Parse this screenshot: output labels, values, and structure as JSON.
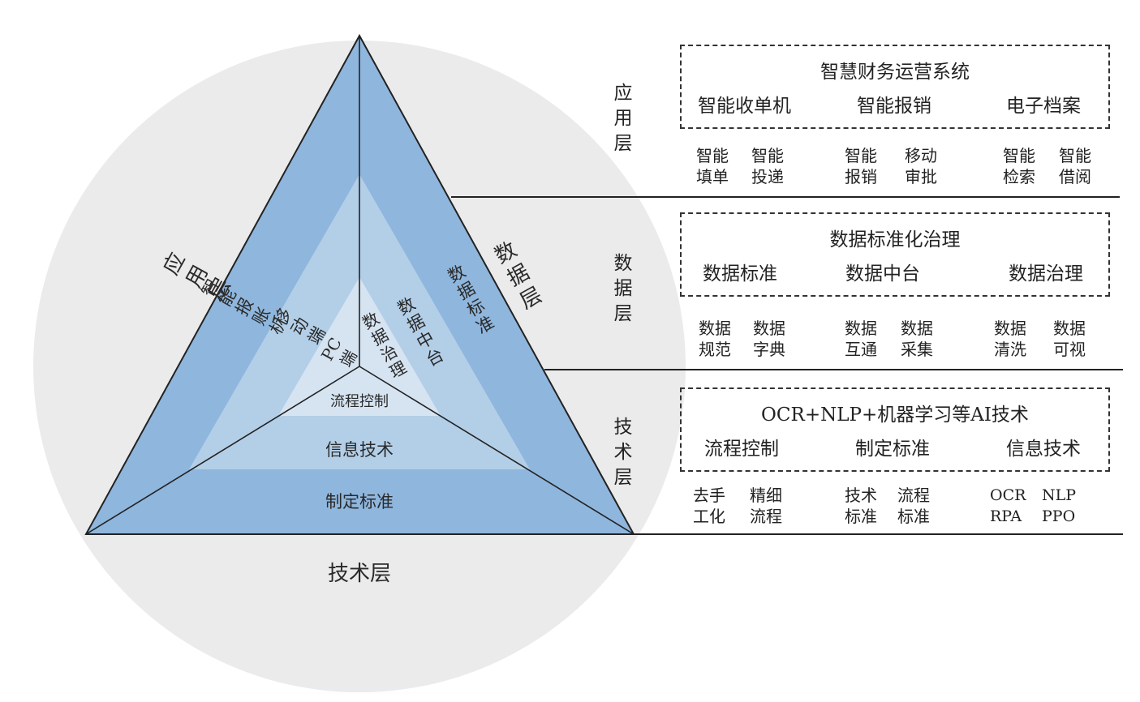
{
  "triangle": {
    "left_label": [
      "应",
      "用",
      "层"
    ],
    "right_label": [
      "数",
      "据",
      "层"
    ],
    "bottom_label": "技术层",
    "application_items": {
      "outer": [
        "智",
        "能",
        "报",
        "账",
        "机"
      ],
      "middle": [
        "移",
        "动",
        "端"
      ],
      "inner": [
        "PC",
        "端"
      ]
    },
    "data_items": {
      "outer": [
        "数",
        "据",
        "标",
        "准"
      ],
      "middle": [
        "数",
        "据",
        "中",
        "台"
      ],
      "inner": [
        "数",
        "据",
        "治",
        "理"
      ]
    },
    "tech_items": {
      "outer": "制定标准",
      "middle": "信息技术",
      "inner": "流程控制"
    }
  },
  "layers": [
    {
      "label": [
        "应",
        "用",
        "层"
      ],
      "box_title": "智慧财务运营系统",
      "box_items": [
        "智能收单机",
        "智能报销",
        "电子档案"
      ],
      "details": [
        [
          "智能",
          "填单"
        ],
        [
          "智能",
          "投递"
        ],
        [
          "智能",
          "报销"
        ],
        [
          "移动",
          "审批"
        ],
        [
          "智能",
          "检索"
        ],
        [
          "智能",
          "借阅"
        ]
      ]
    },
    {
      "label": [
        "数",
        "据",
        "层"
      ],
      "box_title": "数据标准化治理",
      "box_items": [
        "数据标准",
        "数据中台",
        "数据治理"
      ],
      "details": [
        [
          "数据",
          "规范"
        ],
        [
          "数据",
          "字典"
        ],
        [
          "数据",
          "互通"
        ],
        [
          "数据",
          "采集"
        ],
        [
          "数据",
          "清洗"
        ],
        [
          "数据",
          "可视"
        ]
      ]
    },
    {
      "label": [
        "技",
        "术",
        "层"
      ],
      "box_title": "OCR+NLP+机器学习等AI技术",
      "box_items": [
        "流程控制",
        "制定标准",
        "信息技术"
      ],
      "details": [
        [
          "去手",
          "工化"
        ],
        [
          "精细",
          "流程"
        ],
        [
          "技术",
          "标准"
        ],
        [
          "流程",
          "标准"
        ],
        [
          "OCR",
          "RPA"
        ],
        [
          "NLP",
          "PPO"
        ]
      ]
    }
  ],
  "colors": {
    "circle": "#ebebeb",
    "outer_band": "#8fb6dd",
    "middle_band": "#b3cfe8",
    "inner_band": "#d6e4f2",
    "line": "#222222"
  }
}
